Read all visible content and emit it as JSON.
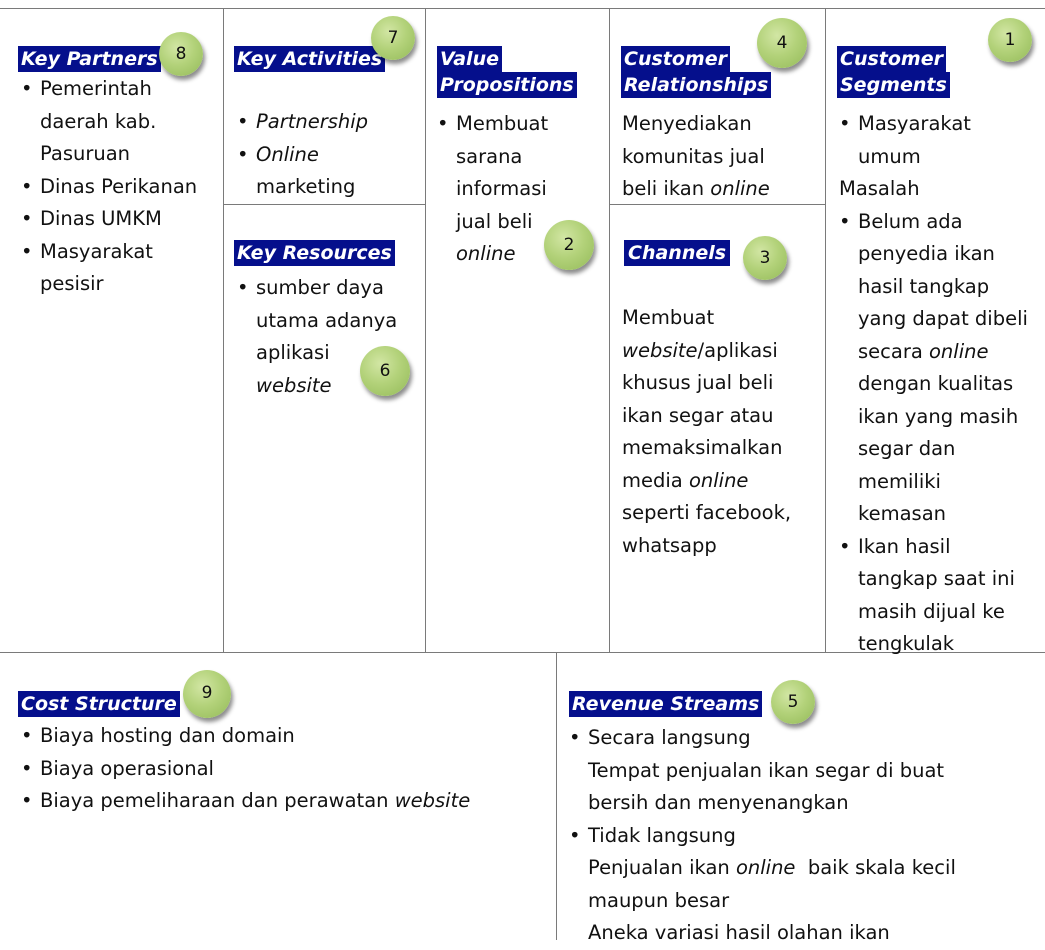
{
  "key_partners": {
    "title": "Key Partners",
    "number": "8",
    "items": [
      "Pemerintah daerah kab. Pasuruan",
      "Dinas Perikanan",
      "Dinas UMKM",
      "Masyarakat pesisir"
    ],
    "lines": [
      "Pemerintah",
      "daerah kab.",
      "Pasuruan",
      "Dinas Perikanan",
      "Dinas UMKM",
      "Masyarakat",
      "pesisir"
    ]
  },
  "key_activities": {
    "title": "Key Activities",
    "number": "7",
    "items": [
      "Partnership",
      "Online marketing"
    ],
    "lines": [
      "Partnership",
      "Online",
      "marketing"
    ]
  },
  "key_resources": {
    "title": "Key Resources",
    "number": "6",
    "items": [
      "sumber daya utama adanya aplikasi website"
    ],
    "lines": [
      "sumber daya",
      "utama adanya",
      "aplikasi",
      "website"
    ]
  },
  "value_propositions": {
    "title_line1": "Value",
    "title_line2": "Propositions",
    "number": "2",
    "items": [
      "Membuat sarana informasi jual beli online"
    ],
    "lines": [
      "Membuat",
      "sarana",
      "informasi",
      "jual beli",
      "online"
    ]
  },
  "customer_relationships": {
    "title_line1": "Customer",
    "title_line2": "Relationships",
    "number": "4",
    "text": "Menyediakan komunitas jual beli ikan online",
    "lines": [
      "Menyediakan",
      "komunitas jual",
      "beli ikan",
      "online"
    ]
  },
  "channels": {
    "title": "Channels",
    "number": "3",
    "text": "Membuat website/aplikasi khusus jual beli ikan segar atau memaksimalkan media online seperti facebook, whatsapp",
    "lines": [
      "Membuat",
      "website",
      "/aplikasi",
      "khusus jual beli",
      "ikan segar atau",
      "memaksimalkan",
      "media",
      "online",
      "seperti facebook,",
      "whatsapp"
    ]
  },
  "customer_segments": {
    "title_line1": "Customer",
    "title_line2": "Segments",
    "number": "1",
    "items": [
      "Masyarakat umum"
    ],
    "problem_label": "Masalah",
    "problems": [
      "Belum ada penyedia ikan hasil tangkap yang dapat dibeli secara online dengan kualitas ikan yang masih segar dan memiliki kemasan",
      "Ikan hasil tangkap saat ini masih dijual ke tengkulak"
    ],
    "lines": [
      "Masyarakat",
      "umum",
      "Masalah",
      "Belum ada",
      "penyedia ikan",
      "hasil tangkap",
      "yang dapat dibeli",
      "secara",
      "online",
      "dengan kualitas",
      "ikan yang masih",
      "segar dan",
      "memiliki",
      "kemasan",
      "Ikan hasil",
      "tangkap saat ini",
      "masih dijual ke",
      "tengkulak"
    ]
  },
  "cost_structure": {
    "title": "Cost Structure",
    "number": "9",
    "items": [
      "Biaya hosting dan domain",
      "Biaya operasional",
      "Biaya pemeliharaan dan perawatan website"
    ],
    "lines": [
      "Biaya hosting dan domain",
      "Biaya operasional",
      "Biaya pemeliharaan dan perawatan",
      "website"
    ]
  },
  "revenue_streams": {
    "title": "Revenue Streams",
    "number": "5",
    "lines": [
      "Secara langsung",
      "Tempat penjualan ikan segar di buat",
      "bersih dan menyenangkan",
      "Tidak langsung",
      "Penjualan ikan",
      "online",
      "baik skala kecil",
      "maupun besar",
      "Aneka variasi hasil olahan ikan"
    ]
  },
  "colors": {
    "title_bg": "#050f8c",
    "title_fg": "#ffffff",
    "badge": "#b3d27a",
    "border": "#7a7a7a"
  }
}
